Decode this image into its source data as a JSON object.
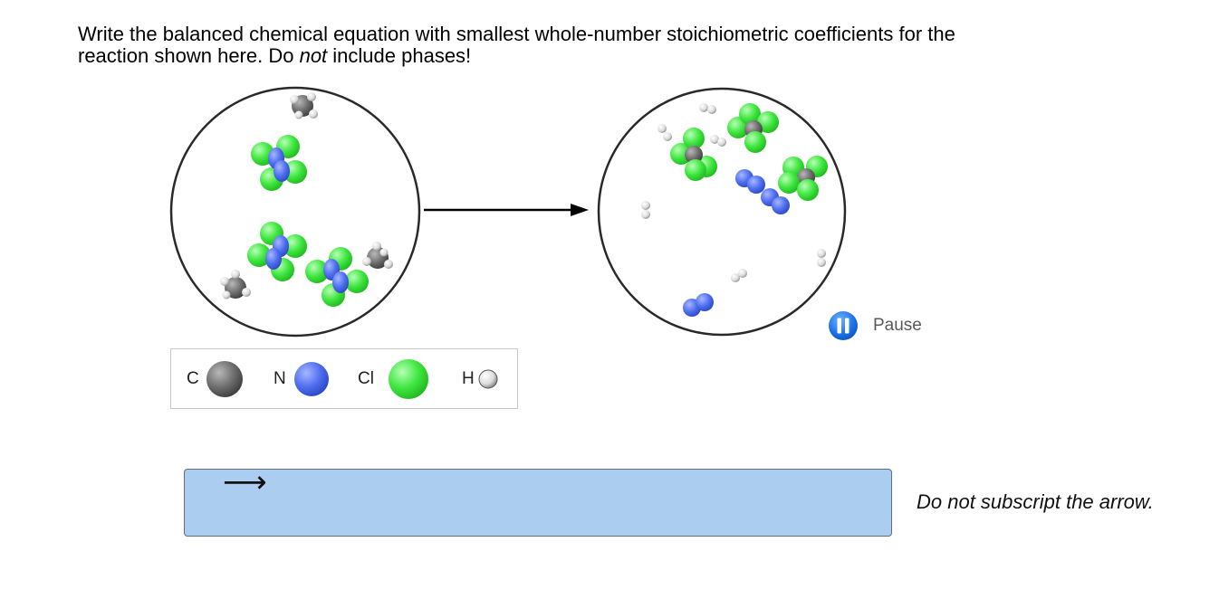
{
  "question": {
    "line1": "Write the balanced chemical equation with smallest whole-number stoichiometric coefficients for the",
    "line2_prefix": "reaction shown here.  Do ",
    "line2_em": "not",
    "line2_suffix": " include phases!"
  },
  "legend": {
    "items": [
      {
        "label": "C",
        "color": "#6e6e6e"
      },
      {
        "label": "N",
        "color": "#4f6ff0"
      },
      {
        "label": "Cl",
        "color": "#3ee63e"
      },
      {
        "label": "H",
        "color": "#e0e0e0"
      }
    ]
  },
  "playback": {
    "pause_label": "Pause",
    "icon": "pause-icon",
    "accent": "#1a73e8"
  },
  "answer": {
    "arrow": "⟶",
    "background": "#abcdf0"
  },
  "hint": "Do not subscript the arrow.",
  "colors": {
    "carbon": "#6e6e6e",
    "nitrogen": "#4f6ff0",
    "chlorine": "#3ee63e",
    "hydrogen": "#e0e0e0"
  }
}
